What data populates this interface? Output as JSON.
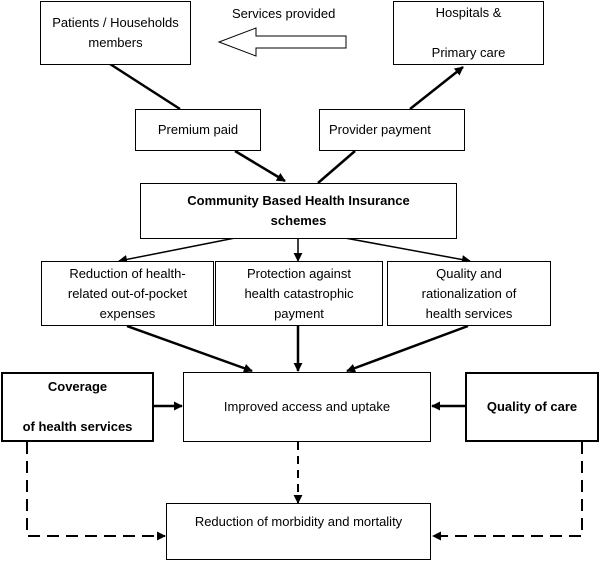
{
  "nodes": {
    "patients": "Patients / Households\nmembers",
    "hospitals": "Hospitals &\n\nPrimary care",
    "premium": "Premium paid",
    "provider_payment": "Provider payment",
    "cbhi": "Community Based Health Insurance\nschemes",
    "reduction_oop": "Reduction of health-\nrelated out-of-pocket\nexpenses",
    "protection": "Protection against\nhealth catastrophic\npayment",
    "quality_rationalization": "Quality and\nrationalization of\nhealth services",
    "coverage": "Coverage\n\nof health services",
    "improved_access": "Improved access and uptake",
    "quality_of_care": "Quality of care",
    "reduction_morbidity": "Reduction of morbidity and mortality"
  },
  "labels": {
    "services_provided": "Services provided"
  }
}
